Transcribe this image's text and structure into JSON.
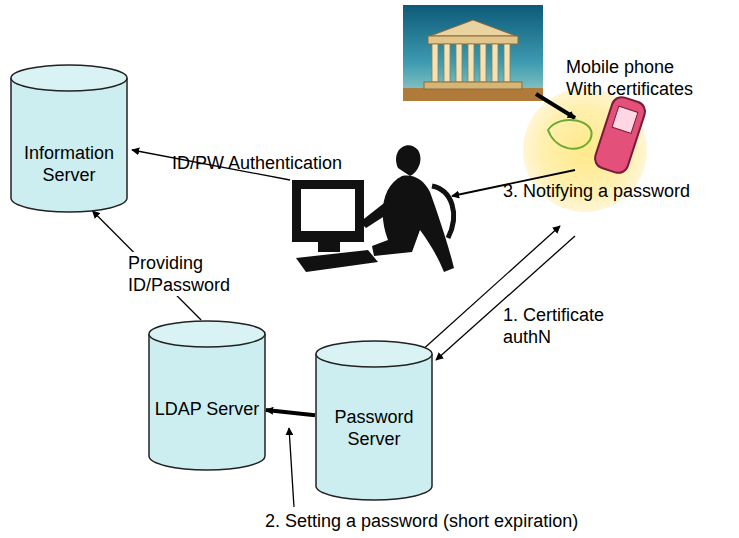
{
  "diagram": {
    "nodes": [
      {
        "text": [
          "Information Server"
        ]
      },
      {
        "text": [
          "LDAP Server"
        ]
      },
      {
        "text": [
          "Password Server"
        ]
      }
    ],
    "edges": [
      {
        "from": 1,
        "to": 0,
        "arrow": "to",
        "label": "Providing ID/Password"
      },
      {
        "from": 2,
        "to": 1,
        "arrow": "to"
      }
    ],
    "labels": [
      "Mobile phone With certificates",
      "ID/PW Authentication",
      "3. Notifying a password",
      "1. Certificate authN",
      "2. Setting a password (short expiration)"
    ]
  }
}
